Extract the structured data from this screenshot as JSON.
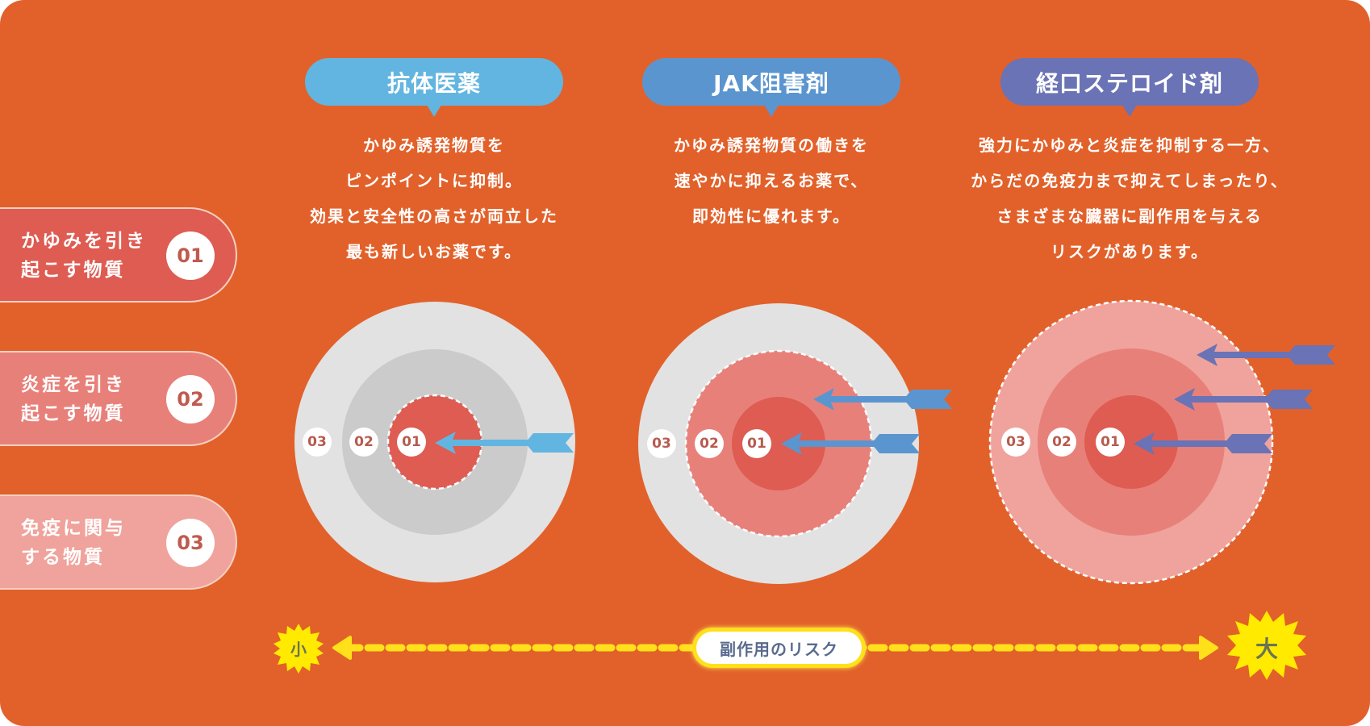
{
  "colors": {
    "background": "#E2612A",
    "bubble_antibody": "#62B5E0",
    "bubble_jak": "#5B95CF",
    "bubble_steroid": "#6A73B5",
    "ring_01": "#DE5C52",
    "ring_02": "#E8807A",
    "ring_03": "#EFA39C",
    "inactive_ring_outer": "#E2E2E2",
    "inactive_ring_middle": "#CBCBCB",
    "risk_yellow": "#FFE01A"
  },
  "legend": [
    {
      "label": "かゆみを引き\n起こす物質",
      "number": "01",
      "color": "#DE5C52"
    },
    {
      "label": "炎症を引き\n起こす物質",
      "number": "02",
      "color": "#E8807A"
    },
    {
      "label": "免疫に関与\nする物質",
      "number": "03",
      "color": "#EFA39C"
    }
  ],
  "drugs": [
    {
      "title": "抗体医薬",
      "description": "かゆみ誘発物質を\nピンポイントに抑制。\n効果と安全性の高さが両立した\n最も新しいお薬です。",
      "targets_hit": [
        "01"
      ],
      "arrow_count": 1
    },
    {
      "title": "JAK阻害剤",
      "description": "かゆみ誘発物質の働きを\n速やかに抑えるお薬で、\n即効性に優れます。",
      "targets_hit": [
        "01",
        "02"
      ],
      "arrow_count": 2
    },
    {
      "title": "経口ステロイド剤",
      "description": "強力にかゆみと炎症を抑制する一方、\nからだの免疫力まで抑えてしまったり、\nさまざまな臓器に副作用を与える\nリスクがあります。",
      "targets_hit": [
        "01",
        "02",
        "03"
      ],
      "arrow_count": 3
    }
  ],
  "ring_labels": [
    "03",
    "02",
    "01"
  ],
  "risk_scale": {
    "label": "副作用のリスク",
    "low": "小",
    "high": "大"
  }
}
